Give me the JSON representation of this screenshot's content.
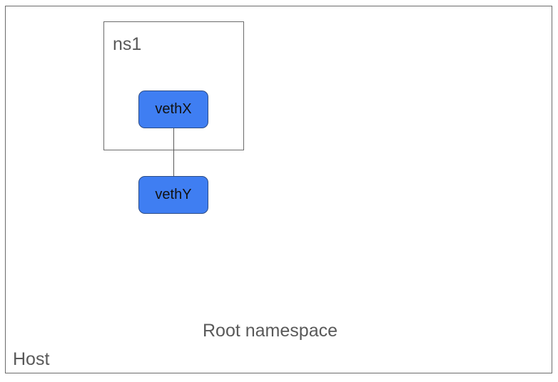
{
  "diagram": {
    "host": {
      "label": "Host"
    },
    "root_namespace": {
      "label": "Root namespace"
    },
    "namespace": {
      "label": "ns1"
    },
    "interfaces": [
      {
        "label": "vethX"
      },
      {
        "label": "vethY"
      }
    ],
    "colors": {
      "interface_fill": "#3f7ef2",
      "interface_border": "#2c4c86",
      "line": "#595959",
      "text_gray": "#595959"
    }
  }
}
